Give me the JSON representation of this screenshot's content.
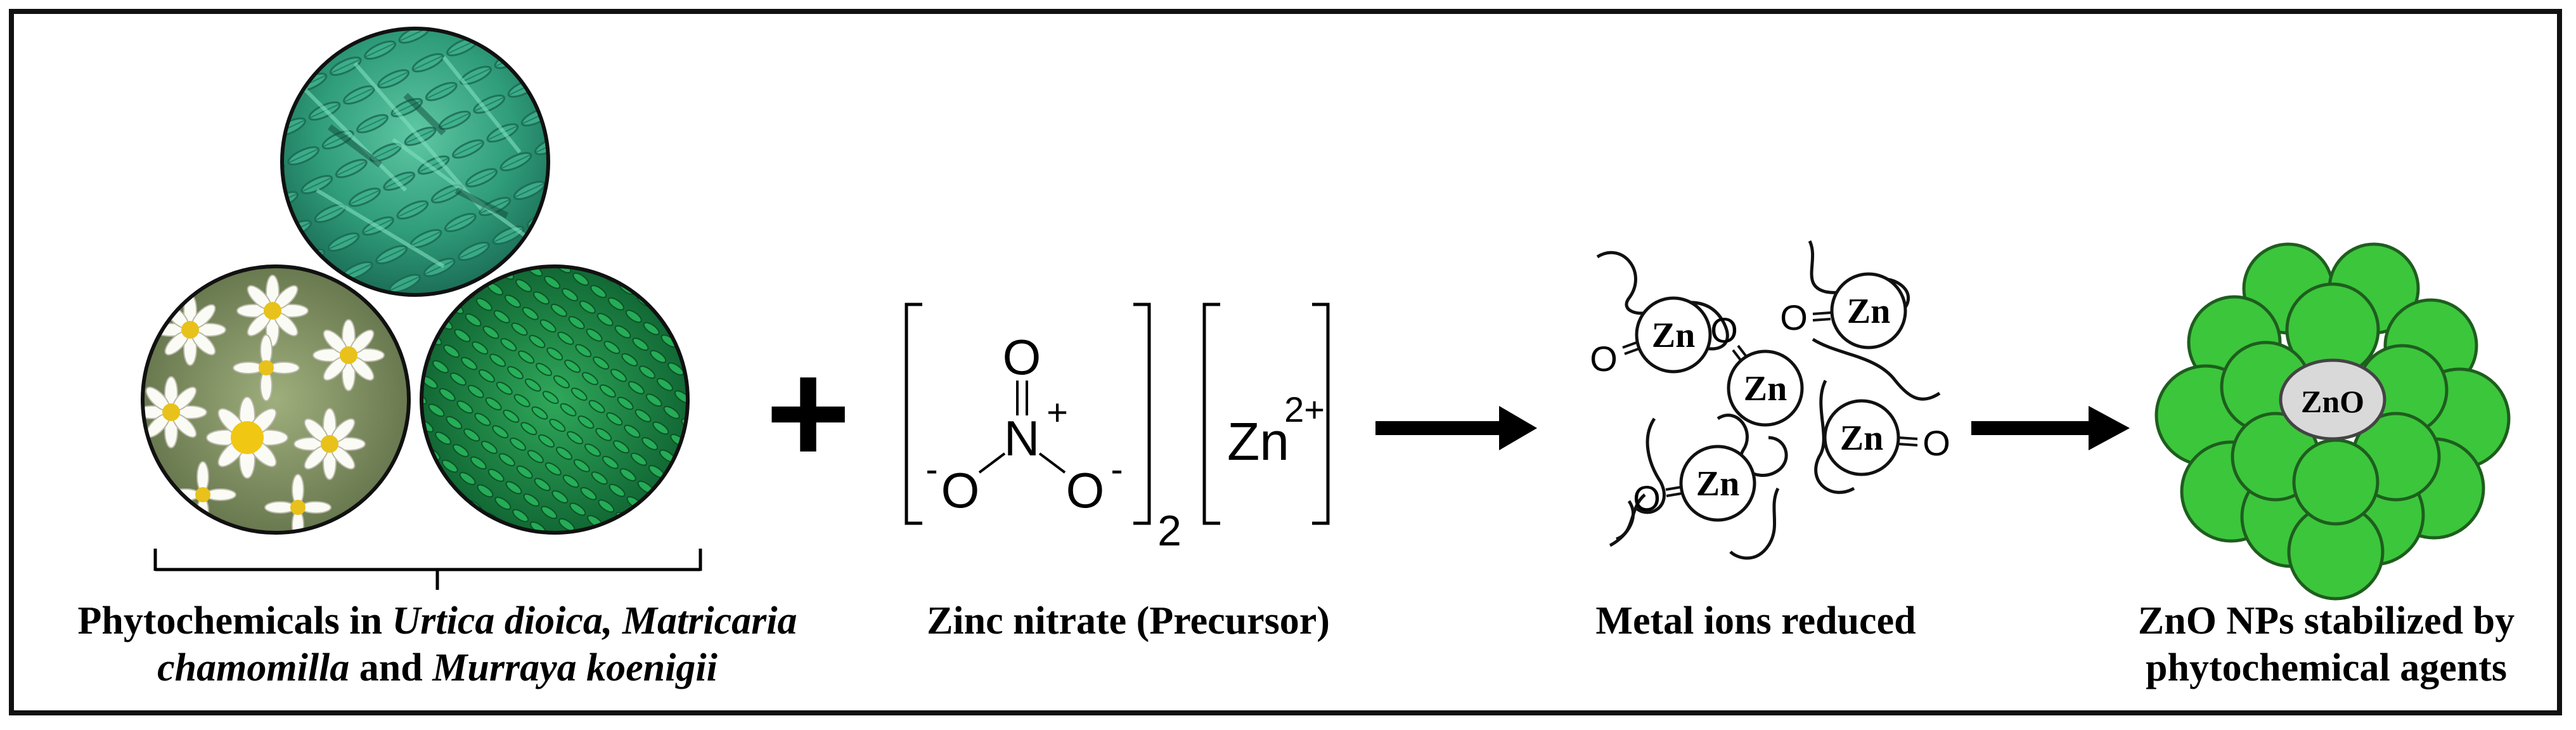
{
  "panel_plants": {
    "caption_prefix": "Phytochemicals in ",
    "species_1": "Urtica dioica,",
    "species_2_part1": "Matricaria",
    "species_2_part2": "chamomilla",
    "connector": " and ",
    "species_3": "Murraya koenigii"
  },
  "plus_sign": "+",
  "panel_precursor": {
    "caption": "Zinc nitrate (Precursor)",
    "atom_o": "O",
    "atom_n": "N",
    "n_charge": "+",
    "o_minus_left": "-",
    "o_minus_right": "-",
    "subscript": "2",
    "zinc_ion": "Zn",
    "zinc_charge": "2+"
  },
  "panel_reduced": {
    "caption": "Metal ions reduced",
    "zn_label": "Zn",
    "o_label": "O"
  },
  "panel_product": {
    "caption_line1": "ZnO NPs stabilized by",
    "caption_line2": "phytochemical agents",
    "core_label": "ZnO"
  },
  "colors": {
    "sphere_green": "#3cc63c",
    "sphere_outline": "#1e5e1e",
    "core_grey": "#d9d9d9",
    "arrow_black": "#000000"
  }
}
